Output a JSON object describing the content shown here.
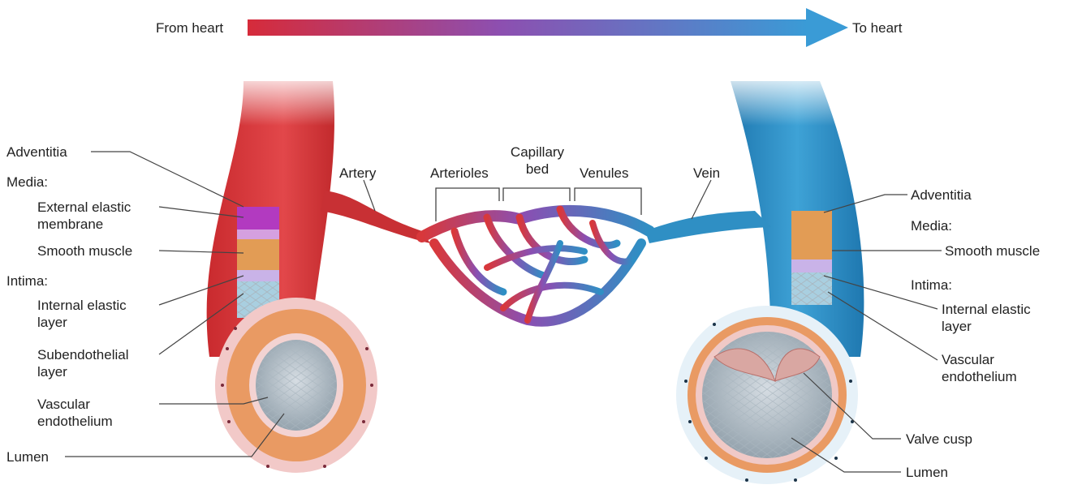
{
  "flow": {
    "from_label": "From heart",
    "to_label": "To heart"
  },
  "center": {
    "artery": "Artery",
    "arterioles": "Arterioles",
    "capillary_bed": "Capillary bed",
    "venules": "Venules",
    "vein": "Vein"
  },
  "artery_labels": {
    "adventitia": "Adventitia",
    "media": "Media:",
    "external_elastic_membrane": "External elastic membrane",
    "smooth_muscle": "Smooth muscle",
    "intima": "Intima:",
    "internal_elastic_layer": "Internal elastic layer",
    "subendothelial_layer": "Subendothelial layer",
    "vascular_endothelium": "Vascular endothelium",
    "lumen": "Lumen"
  },
  "vein_labels": {
    "adventitia": "Adventitia",
    "media": "Media:",
    "smooth_muscle": "Smooth muscle",
    "intima": "Intima:",
    "internal_elastic_layer": "Internal elastic layer",
    "vascular_endothelium": "Vascular endothelium",
    "valve_cusp": "Valve cusp",
    "lumen": "Lumen"
  },
  "colors": {
    "artery_red": "#d8383b",
    "vein_blue": "#2f8fc4",
    "capillary_purple": "#8d4fb0",
    "smooth_muscle_orange": "#e8a465",
    "elastic_violet": "#b987d6",
    "lumen_gray": "#b9c4cc"
  }
}
